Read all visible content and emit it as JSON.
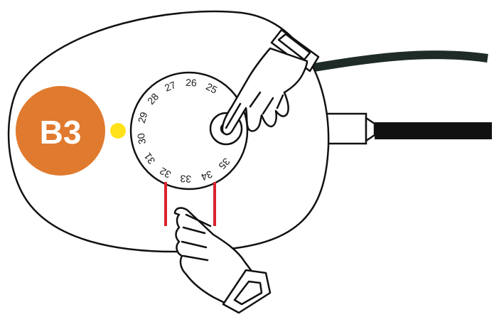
{
  "badge": {
    "label": "B3",
    "color": "#e07a2e"
  },
  "indicator": {
    "color": "#ffe21a"
  },
  "marker_color": "#d9232d",
  "dial": {
    "numbers": [
      "25",
      "26",
      "27",
      "28",
      "29",
      "30",
      "31",
      "32",
      "33",
      "34",
      "35"
    ]
  },
  "icons": {
    "upper_hand": "gloved-hand-pressing-center-icon",
    "lower_hand": "gloved-hand-pointing-up-icon"
  }
}
